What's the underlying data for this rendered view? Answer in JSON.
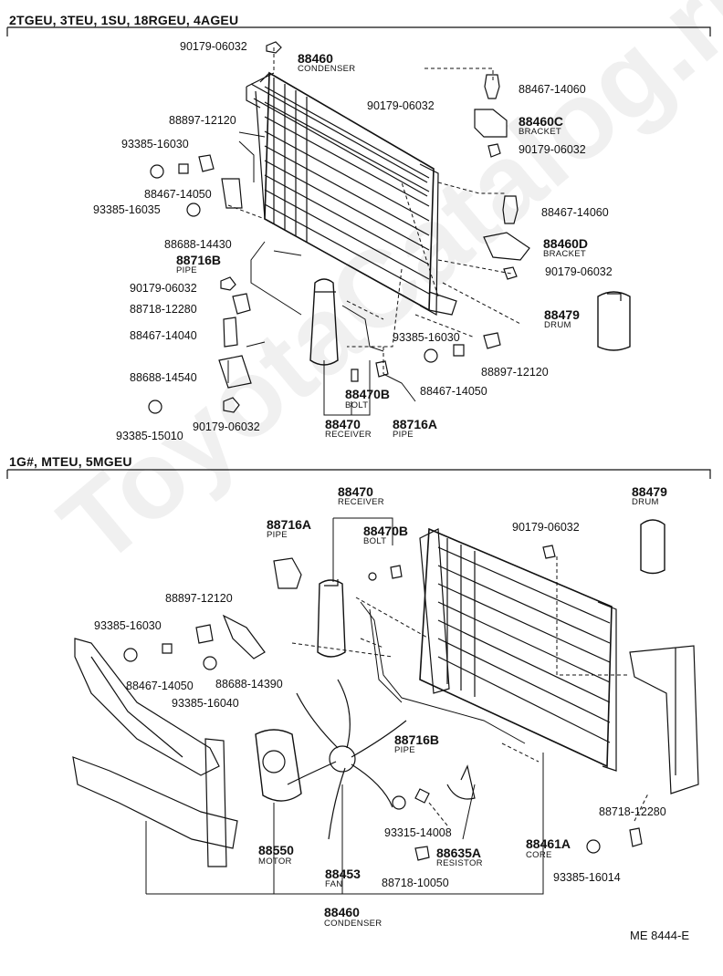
{
  "section1": {
    "title": "2TGEU, 3TEU, 1SU, 18RGEU, 4AGEU",
    "parts": {
      "p90179_top": "90179-06032",
      "p88460": "88460",
      "p88460_name": "CONDENSER",
      "p88467_14060_a": "88467-14060",
      "p90179_b": "90179-06032",
      "p88460c": "88460C",
      "p88460c_name": "BRACKET",
      "p90179_c": "90179-06032",
      "p88897_a": "88897-12120",
      "p93385_16030_a": "93385-16030",
      "p88467_14050_a": "88467-14050",
      "p93385_16035": "93385-16035",
      "p88467_14060_b": "88467-14060",
      "p88460d": "88460D",
      "p88460d_name": "BRACKET",
      "p90179_d": "90179-06032",
      "p88688_14430": "88688-14430",
      "p88716b": "88716B",
      "p88716b_name": "PIPE",
      "p90179_e": "90179-06032",
      "p88718_12280_a": "88718-12280",
      "p88479_a": "88479",
      "p88479_a_name": "DRUM",
      "p88467_14040": "88467-14040",
      "p93385_16030_b": "93385-16030",
      "p88897_b": "88897-12120",
      "p88688_14540": "88688-14540",
      "p88470b_a": "88470B",
      "p88470b_a_name": "BOLT",
      "p88467_14050_b": "88467-14050",
      "p93385_15010": "93385-15010",
      "p90179_f": "90179-06032",
      "p88470_a": "88470",
      "p88470_a_name": "RECEIVER",
      "p88716a_a": "88716A",
      "p88716a_a_name": "PIPE"
    }
  },
  "section2": {
    "title": "1G#, MTEU, 5MGEU",
    "parts": {
      "p88470": "88470",
      "p88470_name": "RECEIVER",
      "p88479": "88479",
      "p88479_name": "DRUM",
      "p88716a": "88716A",
      "p88716a_name": "PIPE",
      "p88470b": "88470B",
      "p88470b_name": "BOLT",
      "p90179": "90179-06032",
      "p88897": "88897-12120",
      "p93385_16030": "93385-16030",
      "p88467_14050": "88467-14050",
      "p88688_14390": "88688-14390",
      "p93385_16040": "93385-16040",
      "p88716b": "88716B",
      "p88716b_name": "PIPE",
      "p88718_12280": "88718-12280",
      "p93315": "93315-14008",
      "p88461a": "88461A",
      "p88461a_name": "CORE",
      "p88550": "88550",
      "p88550_name": "MOTOR",
      "p88635a": "88635A",
      "p88635a_name": "RESISTOR",
      "p93385_16014": "93385-16014",
      "p88453": "88453",
      "p88453_name": "FAN",
      "p88718_10050": "88718-10050",
      "p88460": "88460",
      "p88460_name": "CONDENSER"
    }
  },
  "footer_ref": "ME 8444-E",
  "watermark": "ToyotaCatalog.ru"
}
